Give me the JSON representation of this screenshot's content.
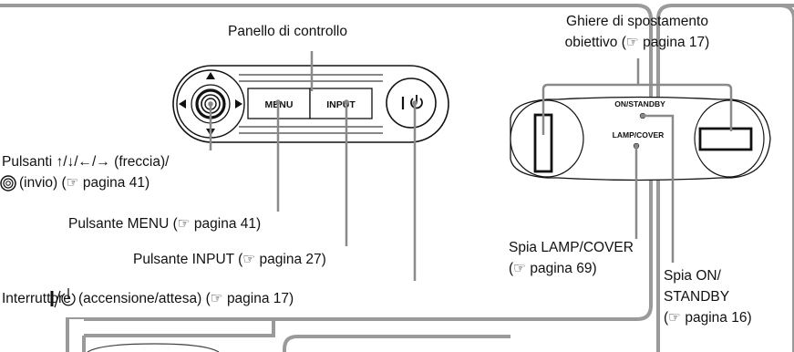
{
  "left_panel": {
    "title": "Panello di controllo",
    "menu_button_text": "MENU",
    "input_button_text": "INPUT",
    "arrows_label_line1": "Pulsanti ↑/↓/←/→ (freccia)/",
    "arrows_label_line2": "(invio) (☞ pagina 41)",
    "menu_label": "Pulsante MENU (☞ pagina 41)",
    "input_label": "Pulsante INPUT (☞ pagina 27)",
    "power_label_prefix": "Interruttore",
    "power_label_rest": "(accensione/attesa) (☞ pagina 17)"
  },
  "right_panel": {
    "lens_shift_line1": "Ghiere di spostamento",
    "lens_shift_line2": "obiettivo (☞ pagina 17)",
    "on_standby_text": "ON/STANDBY",
    "lamp_cover_text": "LAMP/COVER",
    "lamp_label_line1": "Spia LAMP/COVER",
    "lamp_label_line2": "(☞ pagina 69)",
    "onstandby_label_line1": "Spia ON/",
    "onstandby_label_line2": "STANDBY",
    "onstandby_label_line3": "(☞ pagina 16)"
  }
}
